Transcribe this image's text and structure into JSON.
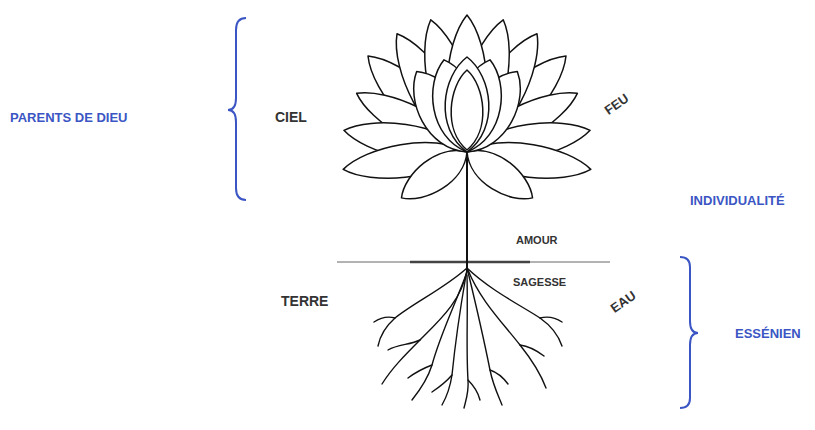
{
  "diagram": {
    "labels": [
      "PARENTS DE DIEU",
      "CIEL",
      "FEU",
      "INDIVIDUALITÉ",
      "AMOUR",
      "SAGESSE",
      "TERRE",
      "EAU",
      "ESSÉNIEN"
    ]
  }
}
